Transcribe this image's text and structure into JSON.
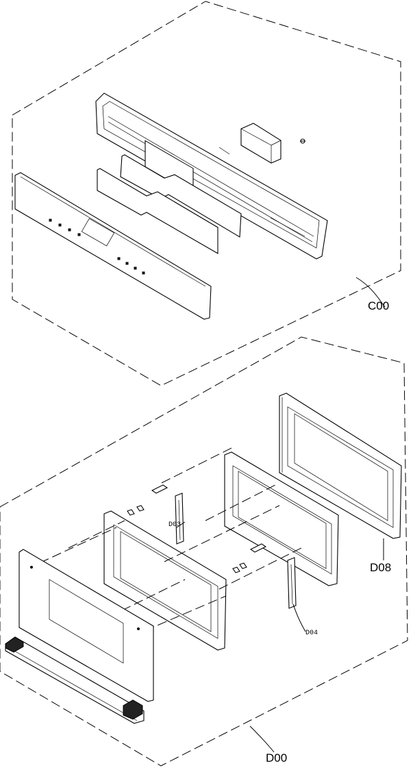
{
  "labels": {
    "c00": "C00",
    "d08": "D08",
    "d04": "D04",
    "d00": "D00",
    "d03": "D03"
  }
}
